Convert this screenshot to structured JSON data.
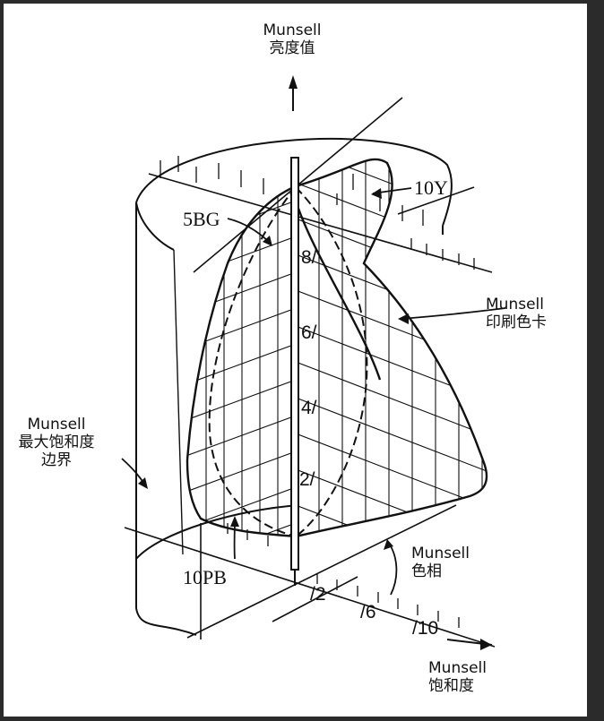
{
  "labels": {
    "value_axis": {
      "line1": "Munsell",
      "line2": "亮度值"
    },
    "chart": {
      "line1": "Munsell",
      "line2": "印刷色卡"
    },
    "max_chroma": {
      "line1": "Munsell",
      "line2": "最大饱和度",
      "line3": "边界"
    },
    "hue": {
      "line1": "Munsell",
      "line2": "色相"
    },
    "chroma_axis": {
      "line1": "Munsell",
      "line2": "饱和度"
    }
  },
  "hue_labels": {
    "h10y": "10Y",
    "h5bg": "5BG",
    "h10pb": "10PB"
  },
  "value_ticks": [
    "8/",
    "6/",
    "4/",
    "2/"
  ],
  "chroma_ticks": [
    "/2",
    "/6",
    "/10"
  ],
  "colors": {
    "background": "#2b2b2b",
    "paper": "#ffffff",
    "ink": "#111111"
  }
}
